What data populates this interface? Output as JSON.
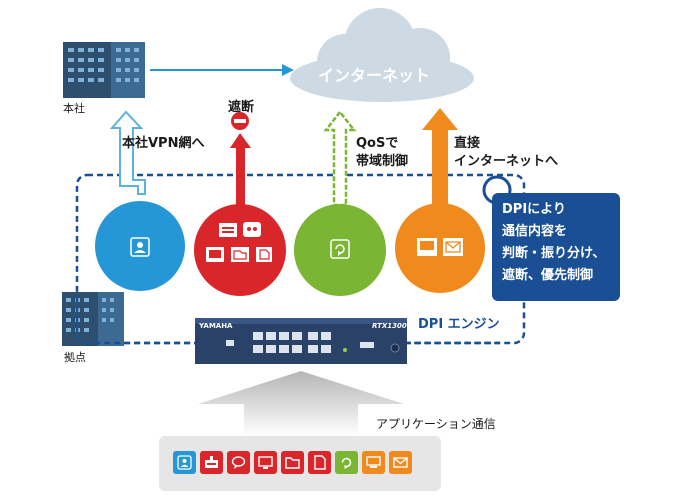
{
  "cloud": {
    "label": "インターネット",
    "color": "#cdd9e3",
    "text_color": "#ffffff"
  },
  "buildings": {
    "hq": {
      "label": "本社"
    },
    "branch": {
      "label": "拠点"
    }
  },
  "flows": [
    {
      "id": "vpn",
      "label": "本社VPN網へ",
      "color": "#2596d6",
      "icon": "user-icon"
    },
    {
      "id": "block",
      "label": "遮断",
      "color": "#d9262b",
      "icon": "multi-app-icon"
    },
    {
      "id": "qos",
      "label_line1": "QoSで",
      "label_line2": "帯域制御",
      "color": "#7ab534",
      "icon": "refresh-icon"
    },
    {
      "id": "direct",
      "label_line1": "直接",
      "label_line2": "インターネットへ",
      "color": "#f08a1c",
      "icon": "pc-mail-icon"
    }
  ],
  "callout": {
    "lines": [
      "DPIにより",
      "通信内容を",
      "判断・振り分け、",
      "遮断、優先制御"
    ],
    "color": "#1a4f95"
  },
  "dpi_engine": {
    "label": "DPI エンジン"
  },
  "router": {
    "brand": "YAMAHA",
    "model": "RTX1300"
  },
  "app_traffic": {
    "label": "アプリケーション通信",
    "apps": [
      {
        "icon": "user-icon",
        "color": "#2596d6"
      },
      {
        "icon": "keyboard-icon",
        "color": "#d9262b"
      },
      {
        "icon": "chat-icon",
        "color": "#d9262b"
      },
      {
        "icon": "monitor-icon",
        "color": "#d9262b"
      },
      {
        "icon": "folder-icon",
        "color": "#d9262b"
      },
      {
        "icon": "document-icon",
        "color": "#d9262b"
      },
      {
        "icon": "refresh-icon",
        "color": "#7ab534"
      },
      {
        "icon": "pc-icon",
        "color": "#f08a1c"
      },
      {
        "icon": "mail-icon",
        "color": "#f08a1c"
      }
    ]
  }
}
